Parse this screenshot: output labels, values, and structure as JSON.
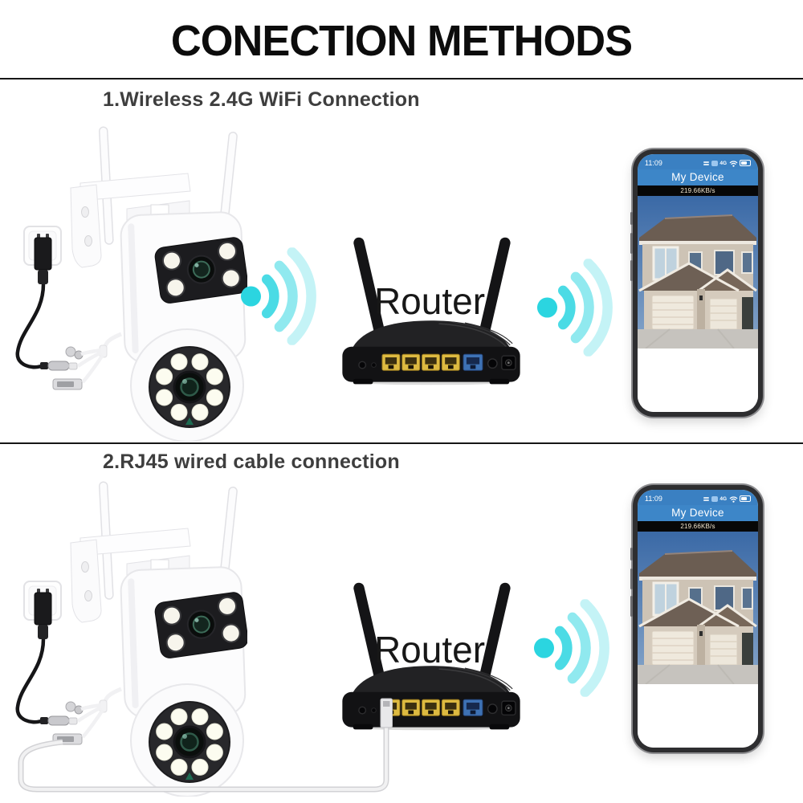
{
  "title": "CONECTION METHODS",
  "colors": {
    "accent_cyan": "#2bd5e0",
    "phone_header_blue": "#3d86c8",
    "router_port_yellow": "#ddba41",
    "router_port_blue": "#3e72b4"
  },
  "sections": [
    {
      "heading": "1.Wireless 2.4G WiFi Connection",
      "connection_type": "wireless",
      "router_label": "Router",
      "phone": {
        "time": "11:09",
        "network": "4G",
        "app_title": "My Device",
        "stream_rate": "219.66KB/s"
      }
    },
    {
      "heading": "2.RJ45 wired cable connection",
      "connection_type": "wired",
      "router_label": "Router",
      "phone": {
        "time": "11:09",
        "network": "4G",
        "app_title": "My Device",
        "stream_rate": "219.66KB/s"
      }
    }
  ]
}
